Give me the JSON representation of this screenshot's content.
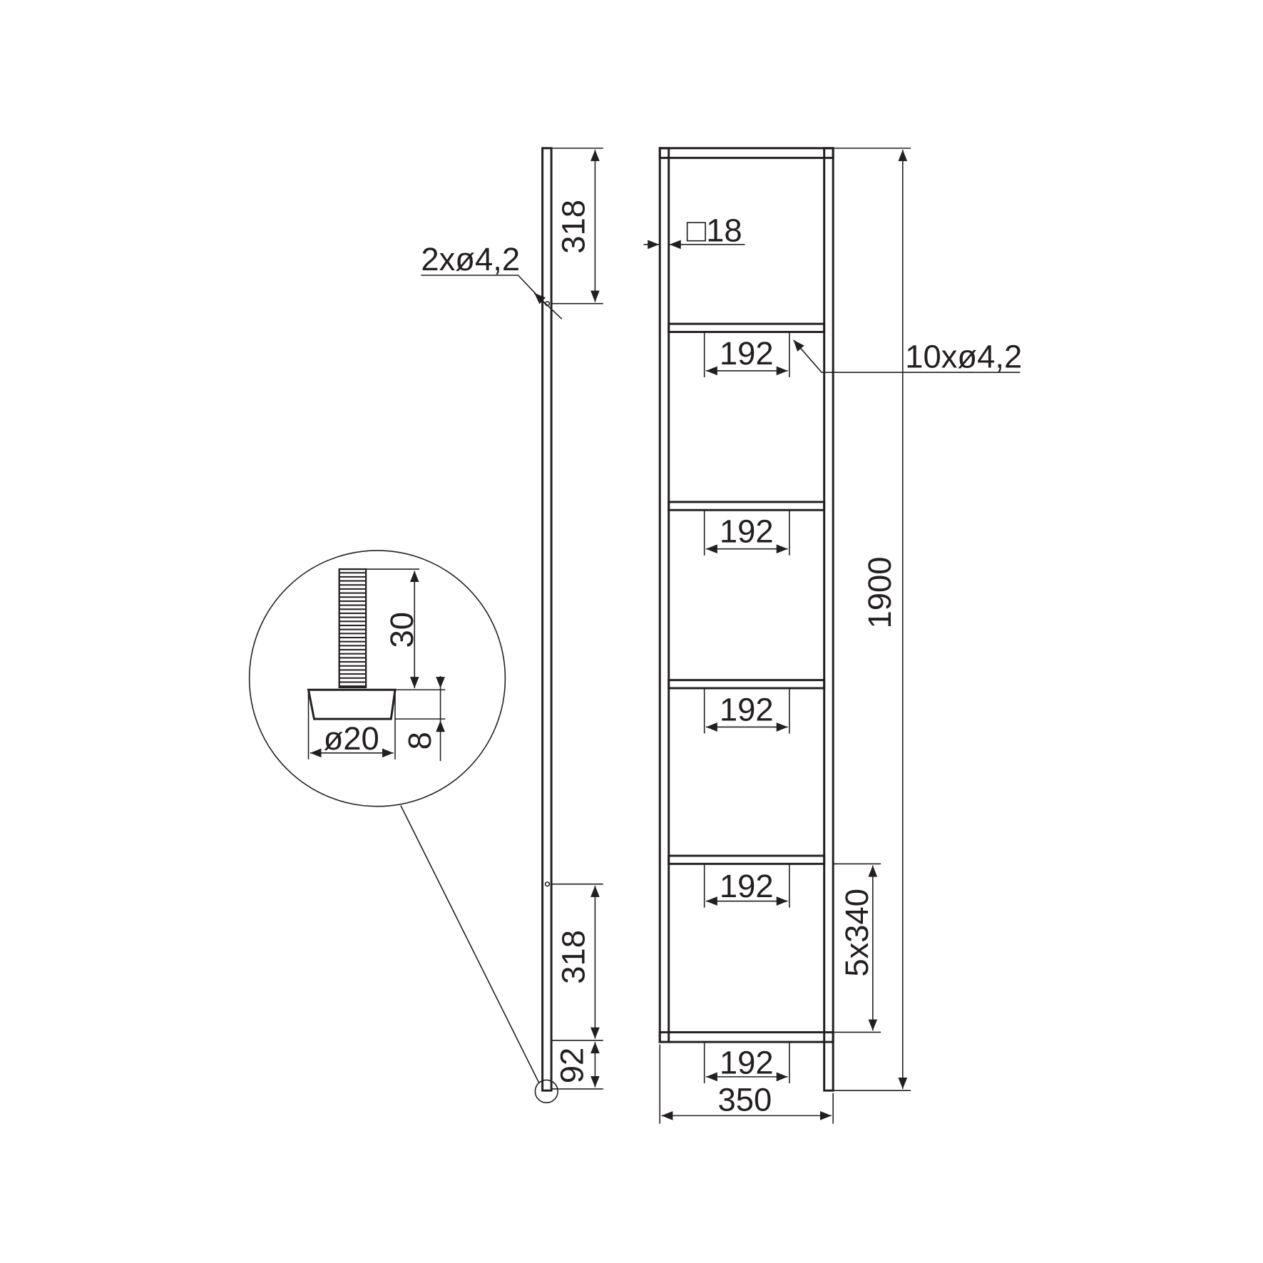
{
  "side_view": {
    "top_hole_spacing": "318",
    "bottom_hole_spacing": "318",
    "bottom_offset": "92",
    "holes_label": "2xø4,2"
  },
  "detail": {
    "thread_length": "30",
    "foot_height": "8",
    "foot_diameter": "ø20"
  },
  "front_view": {
    "profile_label": "□18",
    "holes_label": "10xø4,2",
    "shelf_hole_spacing": [
      "192",
      "192",
      "192",
      "192",
      "192"
    ],
    "total_height": "1900",
    "shelf_pitch": "5x340",
    "total_width": "350"
  },
  "colors": {
    "line": "#231f20",
    "background": "#ffffff"
  }
}
